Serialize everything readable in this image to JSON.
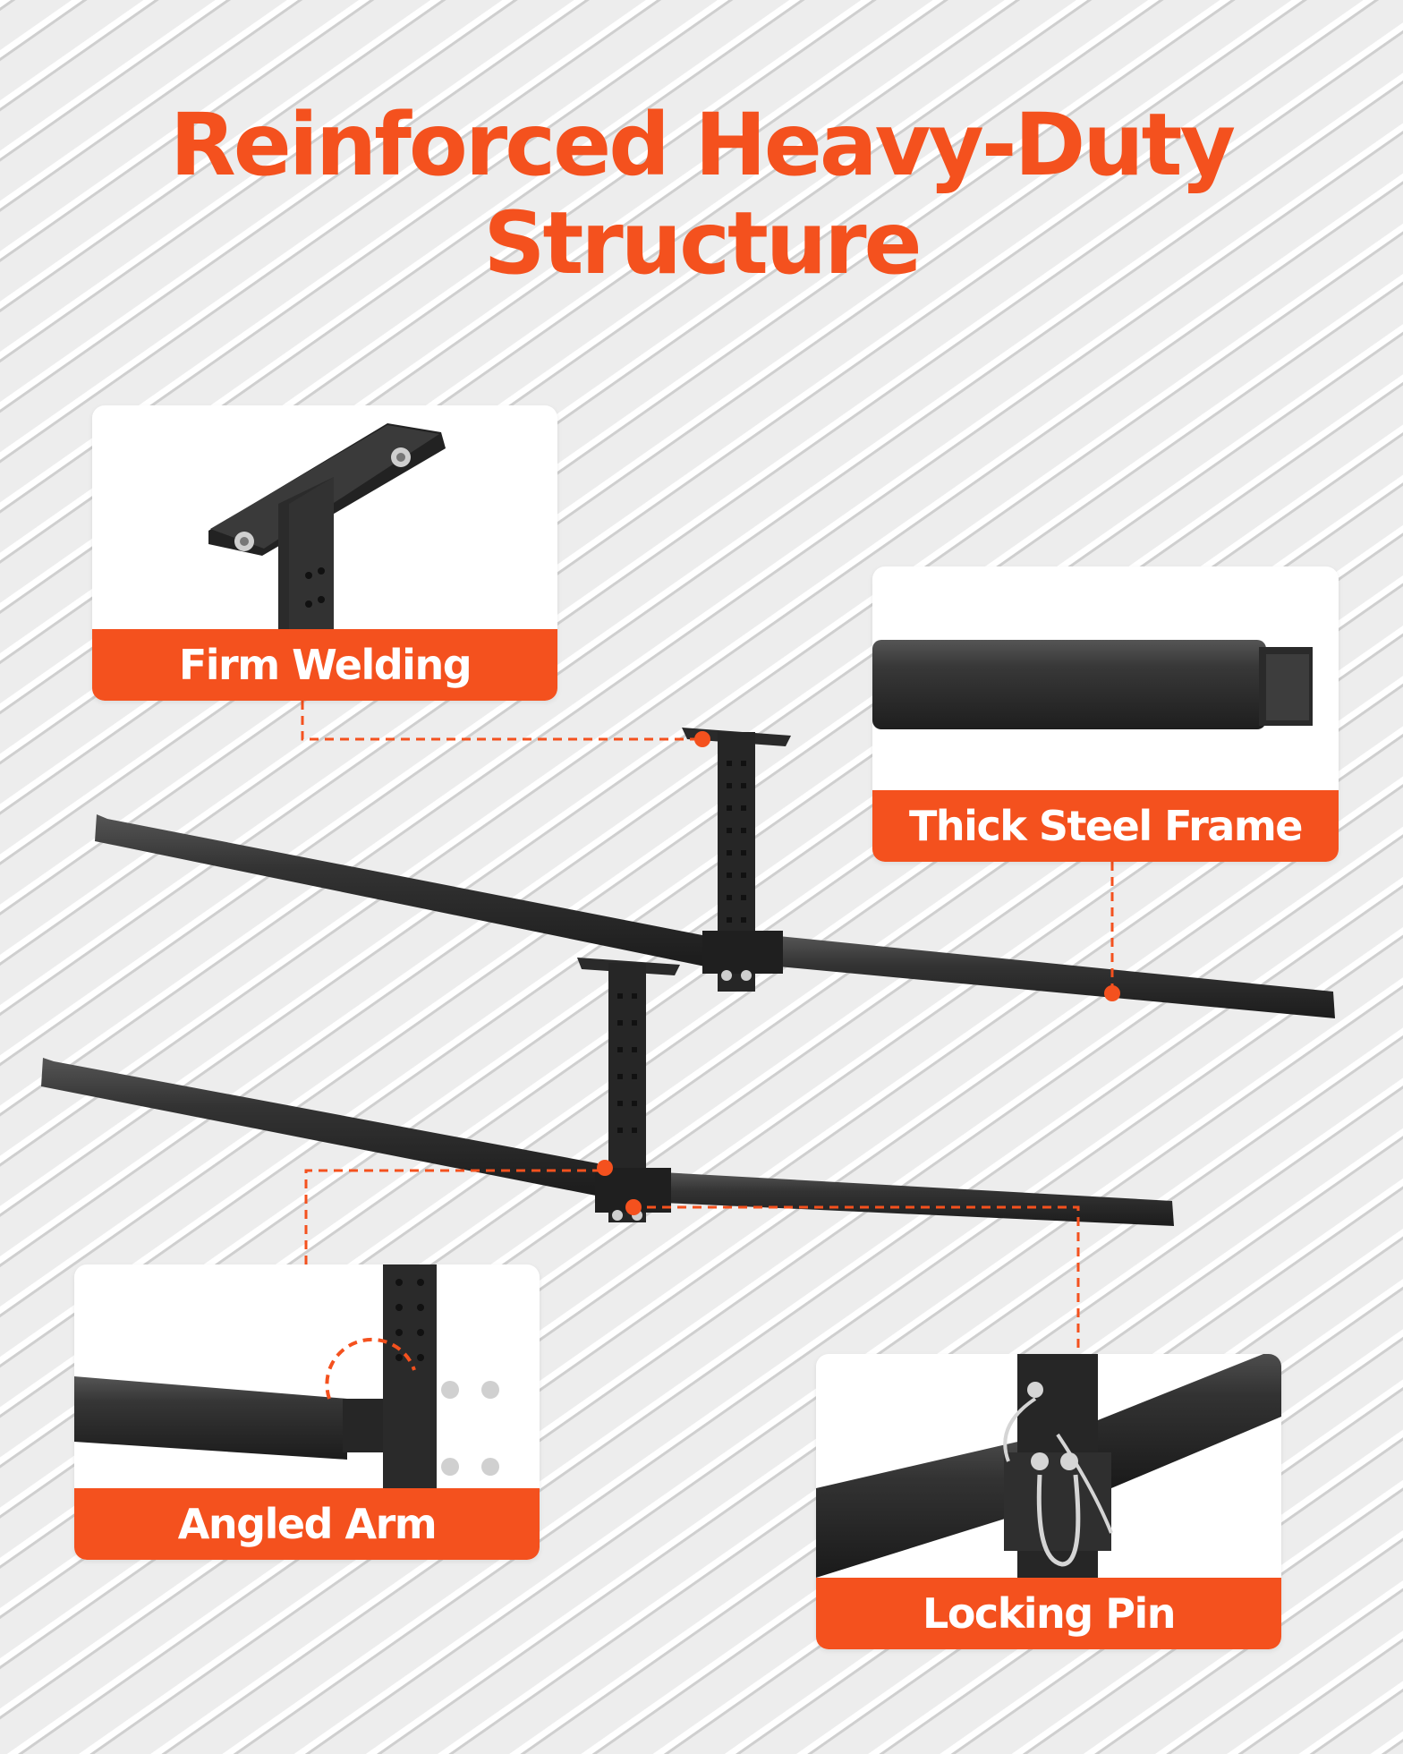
{
  "headline": {
    "line1": "Reinforced Heavy-Duty",
    "line2": "Structure"
  },
  "features": {
    "welding": "Firm Welding",
    "frame": "Thick Steel Frame",
    "arm": "Angled Arm",
    "pin": "Locking Pin"
  },
  "colors": {
    "accent": "#f4511e",
    "steel": "#2e2e2e",
    "background": "#ececec",
    "card": "#ffffff"
  }
}
